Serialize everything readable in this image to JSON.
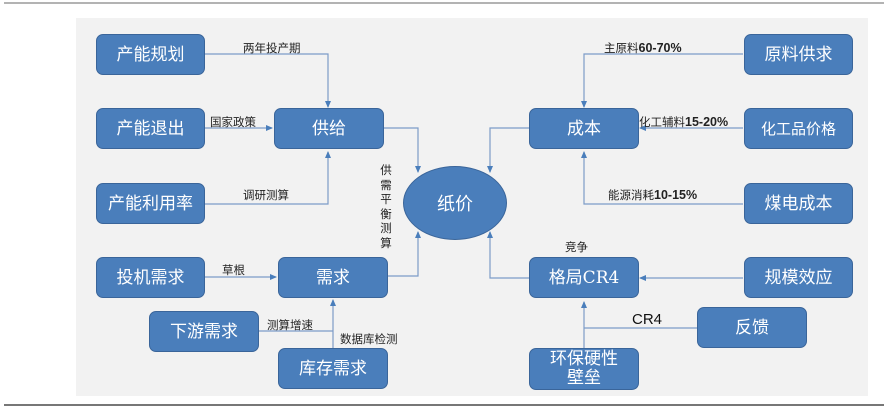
{
  "diagram": {
    "center": {
      "label": "纸价"
    },
    "nodes": {
      "capacity_plan": "产能规划",
      "capacity_exit": "产能退出",
      "capacity_util": "产能利用率",
      "supply": "供给",
      "new_machine_demand": "投机需求",
      "downstream_demand": "下游需求",
      "inventory_demand": "库存需求",
      "demand": "需求",
      "raw_supply": "原料供求",
      "chem_price": "化工品价格",
      "coal_power_cost": "煤电成本",
      "cost": "成本",
      "structure": "格局CR4",
      "scale_effect": "规模效应",
      "feedback": "反馈",
      "env_barrier": "环保硬性壁垒"
    },
    "edge_labels": {
      "plan_to_supply": "两年投产期",
      "exit_to_supply": "国家政策",
      "util_to_supply": "调研测算",
      "supply_demand_balance": "供需平衡测算",
      "machine_to_demand": "草根",
      "downstream_to_demand": "测算增速",
      "inventory_to_demand": "数据库检测",
      "raw_to_cost_text": "主原料",
      "raw_to_cost_pct": "60-70%",
      "chem_to_cost_text": "化工辅料",
      "chem_to_cost_pct": "15-20%",
      "coal_to_cost_text": "能源消耗",
      "coal_to_cost_pct": "10-15%",
      "structure_to_price": "竞争",
      "feedback_to_structure": "CR4"
    },
    "colors": {
      "node_fill": "#4a7ebb",
      "node_border": "#3a659a",
      "connector": "#6f93c4",
      "panel_bg": "#f2f2f2"
    }
  }
}
